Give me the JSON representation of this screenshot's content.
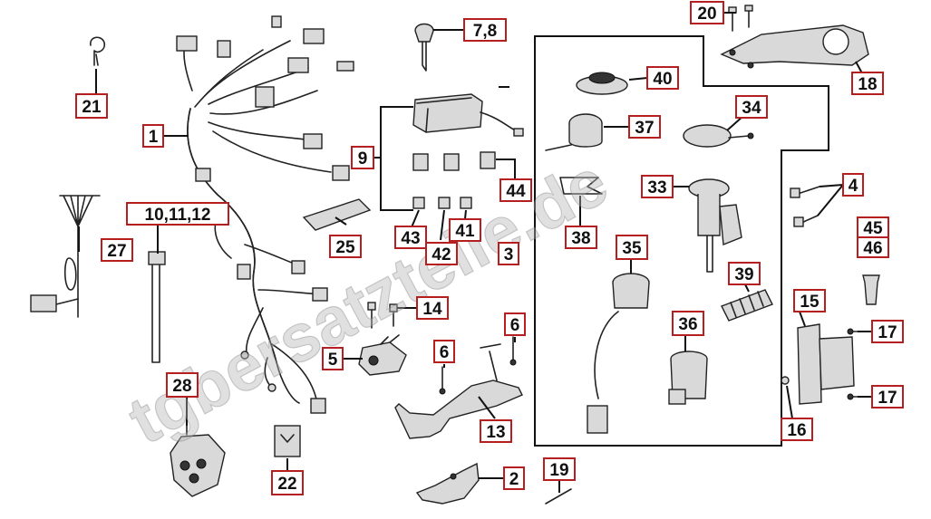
{
  "watermark": "tgbersatzteile.de",
  "callouts": {
    "c1": "1",
    "c2": "2",
    "c3": "3",
    "c4": "4",
    "c5": "5",
    "c6a": "6",
    "c6b": "6",
    "c78": "7,8",
    "c9": "9",
    "c101112": "10,11,12",
    "c13": "13",
    "c14": "14",
    "c15": "15",
    "c16": "16",
    "c17a": "17",
    "c17b": "17",
    "c18": "18",
    "c19": "19",
    "c20": "20",
    "c21": "21",
    "c22": "22",
    "c25": "25",
    "c27": "27",
    "c28": "28",
    "c33": "33",
    "c34": "34",
    "c35": "35",
    "c36": "36",
    "c37": "37",
    "c38": "38",
    "c39": "39",
    "c40": "40",
    "c41": "41",
    "c42": "42",
    "c43": "43",
    "c44": "44",
    "c45": "45",
    "c46": "46"
  }
}
